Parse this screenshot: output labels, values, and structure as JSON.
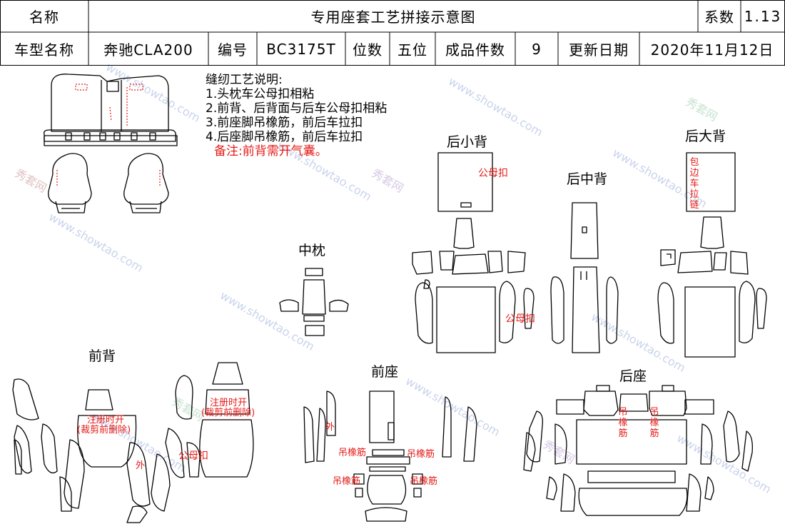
{
  "header": {
    "name_label": "名称",
    "title": "专用座套工艺拼接示意图",
    "coef_label": "系数",
    "coef_value": "1.13",
    "model_label": "车型名称",
    "model_value": "奔驰CLA200",
    "code_label": "编号",
    "code_value": "BC3175T",
    "seats_label": "位数",
    "seats_value": "五位",
    "count_label": "成品件数",
    "count_value": "9",
    "date_label": "更新日期",
    "date_value": "2020年11月12日"
  },
  "notes": {
    "title": "缝纫工艺说明:",
    "items": [
      "1.头枕车公母扣相粘",
      "2.前背、后背面与后车公母扣相粘",
      "3.前座脚吊橡筋，前后车拉扣",
      "4.后座脚吊橡筋，前后车拉扣"
    ],
    "remark": "备注:前背需开气囊。"
  },
  "sections": {
    "rear_small_back": "后小背",
    "rear_mid_back": "后中背",
    "rear_big_back": "后大背",
    "middle_pillow": "中枕",
    "front_back": "前背",
    "front_seat": "前座",
    "rear_seat": "后座"
  },
  "annotations": {
    "snap1": "公母扣",
    "snap2": "公母扣",
    "snap3": "公母扣",
    "wrap_zip": "包边车拉链",
    "airbag_open_1": "注册时开",
    "cut_delete_1": "(裁剪前删除)",
    "airbag_open_2": "注册时开",
    "cut_delete_2": "(裁剪前删除)",
    "outer1": "外",
    "outer2": "外",
    "elastic1": "吊橡筋",
    "elastic2": "吊橡筋",
    "elastic3": "吊橡筋",
    "elastic4": "吊橡筋",
    "elastic5": "吊橡筋",
    "elastic6": "吊橡筋"
  },
  "watermark": [
    "秀套网",
    "www.showtao.com"
  ],
  "colors": {
    "accent_red": "#e41b17",
    "line": "#000000",
    "watermark": "#c9d3ec"
  }
}
